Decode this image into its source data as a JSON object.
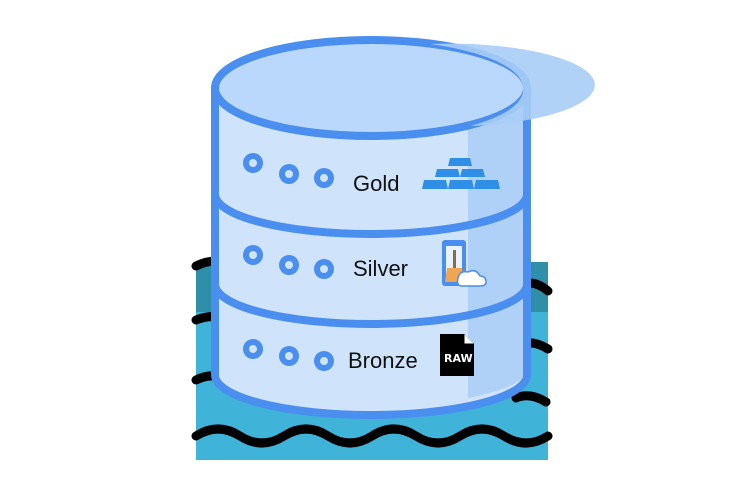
{
  "diagram": {
    "colors": {
      "outline": "#4a8ef0",
      "cylinder_fill": "#cfe4fb",
      "top_fill": "#b9d8fb",
      "shade": "#a9cdf6",
      "water_light": "#40b4d8",
      "water_dark": "#2f8fa8",
      "wave_line": "#000000",
      "gold_icon": "#2f8fe6",
      "raw_icon": "#000000"
    },
    "layers": [
      {
        "name": "Gold",
        "icon": "gold-bars-icon"
      },
      {
        "name": "Silver",
        "icon": "cleaning-phone-cloud-icon"
      },
      {
        "name": "Bronze",
        "icon": "raw-file-icon"
      }
    ],
    "raw_icon_text": "RAW"
  }
}
